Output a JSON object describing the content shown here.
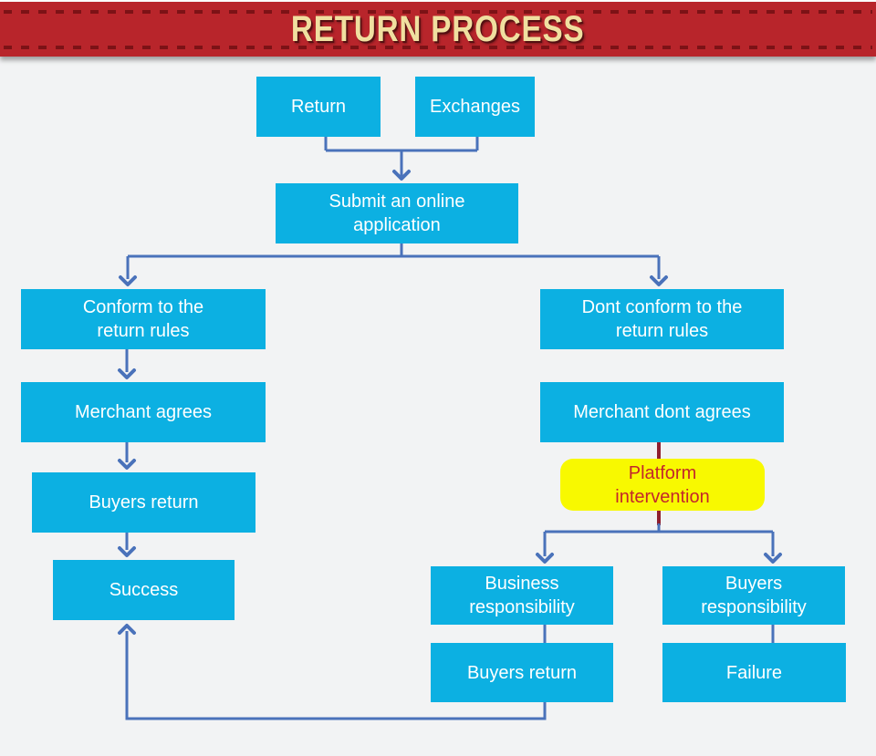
{
  "header": {
    "title": "RETURN PROCESS"
  },
  "colors": {
    "banner_bg": "#b8252b",
    "banner_dash": "#7c1216",
    "banner_text": "#f0dfa0",
    "node_bg": "#0cb0e2",
    "node_text": "#ffffff",
    "highlight_bg": "#f8f900",
    "highlight_text": "#c3272b",
    "connector": "#4a72ba",
    "connector_red": "#8e1f2f",
    "page_bg": "#f2f3f4"
  },
  "nodes": {
    "return": {
      "label": "Return"
    },
    "exchanges": {
      "label": "Exchanges"
    },
    "submit": {
      "label": "Submit an online\napplication"
    },
    "conform": {
      "label": "Conform to the\nreturn rules"
    },
    "merchant_agrees": {
      "label": "Merchant agrees"
    },
    "buyers_return_left": {
      "label": "Buyers return"
    },
    "success": {
      "label": "Success"
    },
    "dont_conform": {
      "label": "Dont conform to the\nreturn rules"
    },
    "merchant_dont_agrees": {
      "label": "Merchant dont agrees"
    },
    "platform_intervention": {
      "label": "Platform\nintervention"
    },
    "business_responsibility": {
      "label": "Business\nresponsibility"
    },
    "buyers_responsibility": {
      "label": "Buyers\nresponsibility"
    },
    "buyers_return_bottom": {
      "label": "Buyers return"
    },
    "failure": {
      "label": "Failure"
    }
  },
  "edges": [
    {
      "from": "Return",
      "to": "Submit an online application"
    },
    {
      "from": "Exchanges",
      "to": "Submit an online application"
    },
    {
      "from": "Submit an online application",
      "to": "Conform to the return rules"
    },
    {
      "from": "Submit an online application",
      "to": "Dont conform to the return rules"
    },
    {
      "from": "Conform to the return rules",
      "to": "Merchant agrees"
    },
    {
      "from": "Merchant agrees",
      "to": "Buyers return"
    },
    {
      "from": "Buyers return",
      "to": "Success"
    },
    {
      "from": "Dont conform to the return rules",
      "to": "Merchant dont agrees"
    },
    {
      "from": "Merchant dont agrees",
      "to": "Platform intervention"
    },
    {
      "from": "Platform intervention",
      "to": "Business responsibility"
    },
    {
      "from": "Platform intervention",
      "to": "Buyers responsibility"
    },
    {
      "from": "Business responsibility",
      "to": "Buyers return"
    },
    {
      "from": "Buyers responsibility",
      "to": "Failure"
    },
    {
      "from": "Buyers return",
      "to": "Success"
    }
  ]
}
